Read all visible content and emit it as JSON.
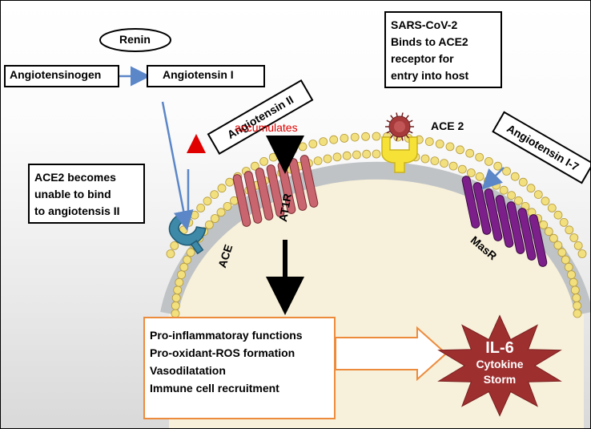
{
  "labels": {
    "renin": "Renin",
    "angiotensinogen": "Angiotensinogen",
    "angiotensin_i": "Angiotensin I",
    "angiotensin_ii": "Angiotensin II",
    "accumulates": "accumulates",
    "angiotensin_1_7": "Angiotensin I-7",
    "ace2": "ACE 2",
    "ace": "ACE",
    "at1r": "AT1R",
    "masr": "MasR"
  },
  "sars_box": [
    "SARS-CoV-2",
    "Binds to ACE2",
    "receptor for",
    "entry into host"
  ],
  "ace2_unable_box": [
    "ACE2 becomes",
    "unable to bind",
    "to angiotensis II"
  ],
  "effects": [
    "Pro-inflammatoray functions",
    "Pro-oxidant-ROS formation",
    "Vasodilatation",
    "Immune cell recruitment"
  ],
  "il6": {
    "title": "IL-6",
    "line1": "Cytokine",
    "line2": "Storm"
  },
  "colors": {
    "arrow_blue": "#5b86c8",
    "accumulates_red": "#e00000",
    "orange": "#ed8b3c",
    "star_red": "#9e2f2f",
    "membrane_bead": "#f2df7e",
    "cell_fill": "#f7f0da",
    "at1r_pink": "#c9656e",
    "masr_purple": "#7c1f8a",
    "ace_teal": "#3e88a8",
    "ace2_yellow": "#f6e237"
  }
}
